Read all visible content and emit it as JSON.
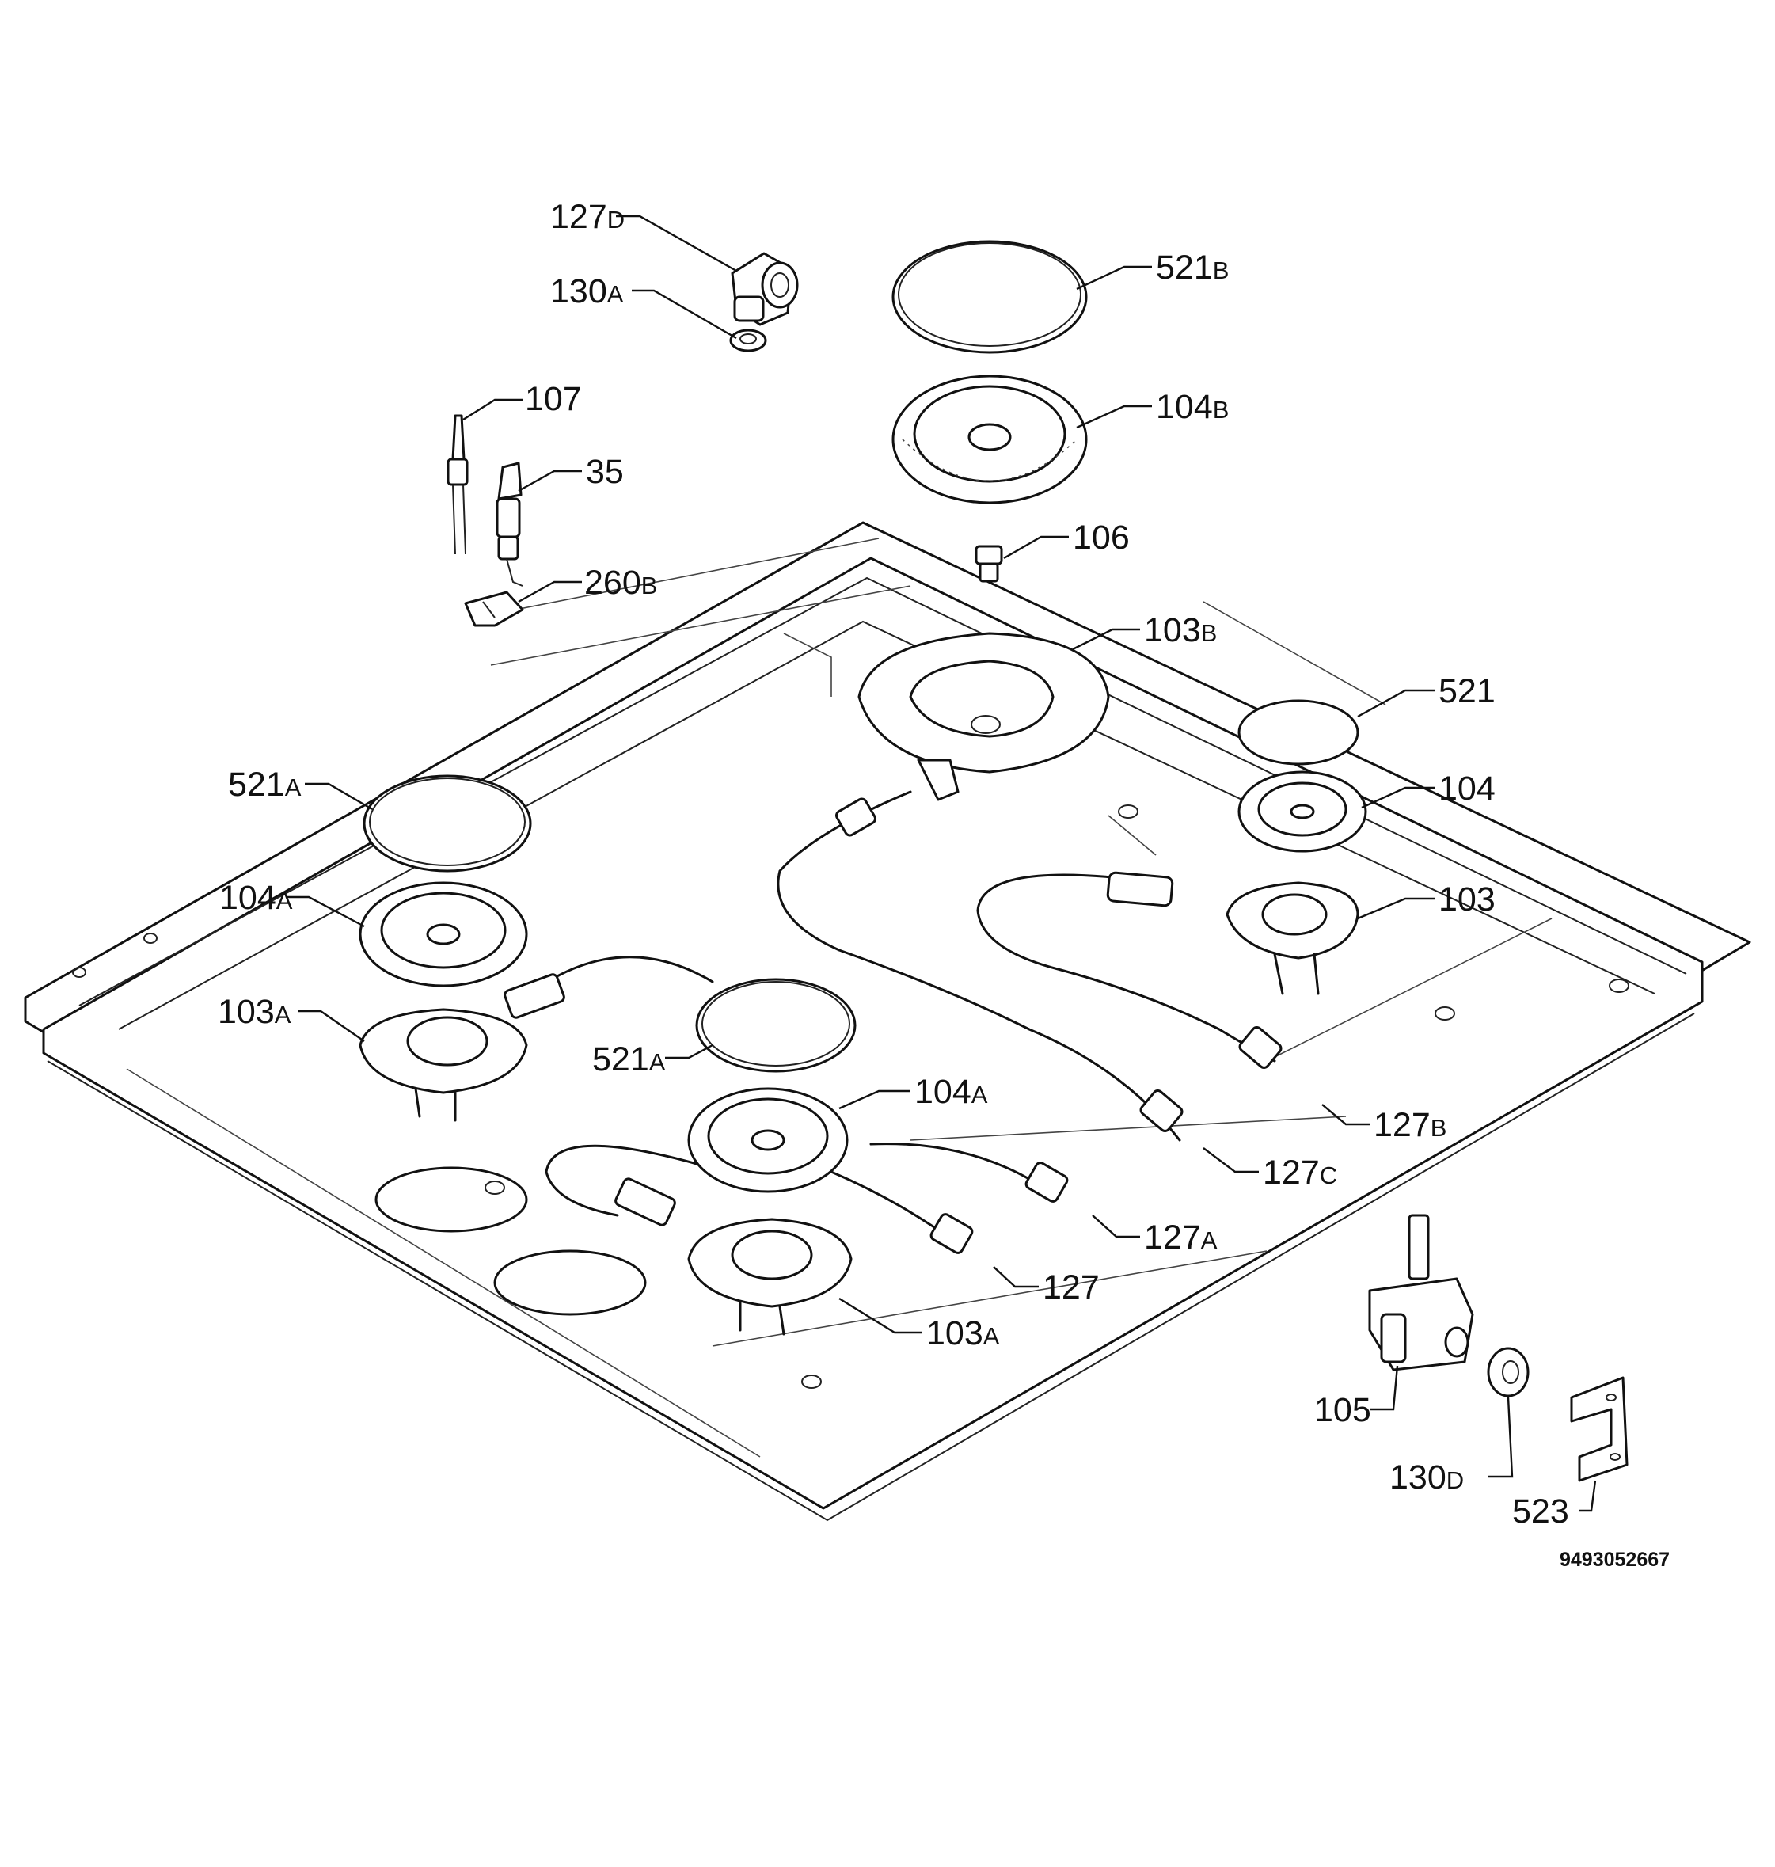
{
  "figure": {
    "document_code": "9493052667"
  },
  "callouts": [
    {
      "id": "c-127D",
      "num": "127",
      "suffix": "D"
    },
    {
      "id": "c-130A",
      "num": "130",
      "suffix": "A"
    },
    {
      "id": "c-107",
      "num": "107",
      "suffix": ""
    },
    {
      "id": "c-35",
      "num": "35",
      "suffix": ""
    },
    {
      "id": "c-260B",
      "num": "260",
      "suffix": "B"
    },
    {
      "id": "c-521B",
      "num": "521",
      "suffix": "B"
    },
    {
      "id": "c-104B",
      "num": "104",
      "suffix": "B"
    },
    {
      "id": "c-106",
      "num": "106",
      "suffix": ""
    },
    {
      "id": "c-103B",
      "num": "103",
      "suffix": "B"
    },
    {
      "id": "c-521",
      "num": "521",
      "suffix": ""
    },
    {
      "id": "c-104",
      "num": "104",
      "suffix": ""
    },
    {
      "id": "c-103",
      "num": "103",
      "suffix": ""
    },
    {
      "id": "c-521A-left",
      "num": "521",
      "suffix": "A"
    },
    {
      "id": "c-104A-left",
      "num": "104",
      "suffix": "A"
    },
    {
      "id": "c-103A-left",
      "num": "103",
      "suffix": "A"
    },
    {
      "id": "c-521A-mid",
      "num": "521",
      "suffix": "A"
    },
    {
      "id": "c-104A-mid",
      "num": "104",
      "suffix": "A"
    },
    {
      "id": "c-127B",
      "num": "127",
      "suffix": "B"
    },
    {
      "id": "c-127C",
      "num": "127",
      "suffix": "C"
    },
    {
      "id": "c-127A",
      "num": "127",
      "suffix": "A"
    },
    {
      "id": "c-127",
      "num": "127",
      "suffix": ""
    },
    {
      "id": "c-103A-bottom",
      "num": "103",
      "suffix": "A"
    },
    {
      "id": "c-105",
      "num": "105",
      "suffix": ""
    },
    {
      "id": "c-130D",
      "num": "130",
      "suffix": "D"
    },
    {
      "id": "c-523",
      "num": "523",
      "suffix": ""
    }
  ]
}
